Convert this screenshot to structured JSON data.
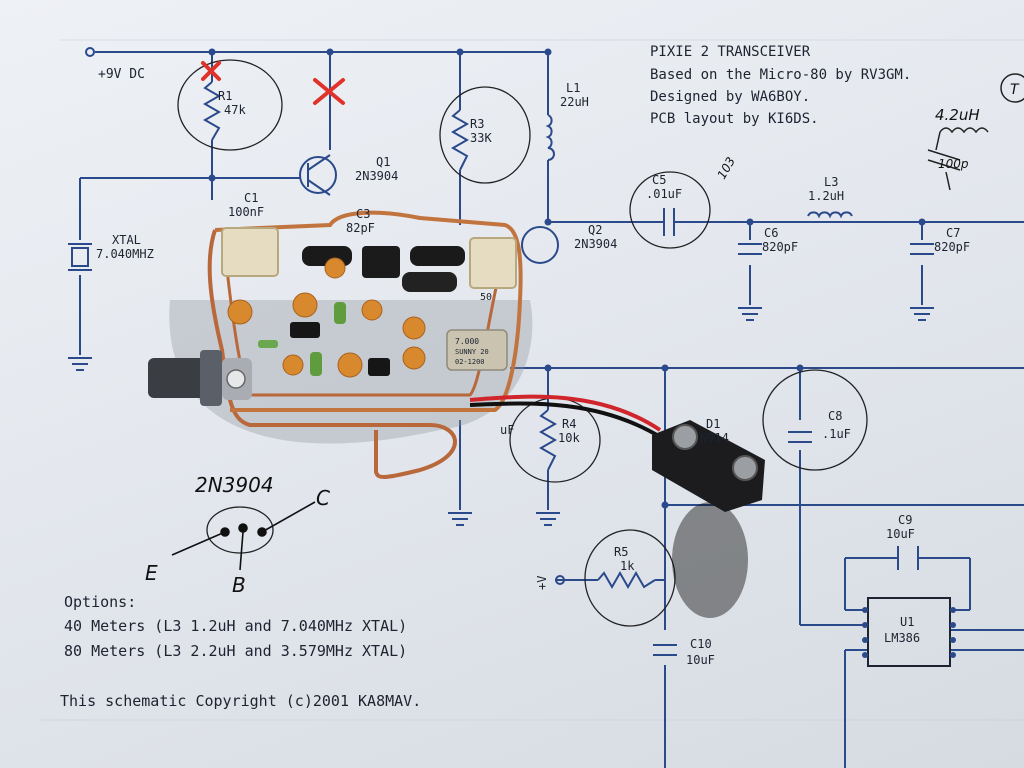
{
  "title_block": {
    "line1": "PIXIE 2 TRANSCEIVER",
    "line2": "Based on the Micro-80 by RV3GM.",
    "line3": "Designed by WA6BOY.",
    "line4": "PCB layout by KI6DS."
  },
  "supply_label": "+9V DC",
  "components": {
    "r1": {
      "ref": "R1",
      "value": "47k"
    },
    "r3": {
      "ref": "R3",
      "value": "33K"
    },
    "l1": {
      "ref": "L1",
      "value": "22uH"
    },
    "q1": {
      "ref": "Q1",
      "value": "2N3904"
    },
    "q2": {
      "ref": "Q2",
      "value": "2N3904"
    },
    "c1": {
      "ref": "C1",
      "value": "100nF"
    },
    "c3": {
      "ref": "C3",
      "value": "82pF"
    },
    "xtal": {
      "ref": "XTAL",
      "value": "7.040MHZ"
    },
    "c5": {
      "ref": "C5",
      "value": ".01uF"
    },
    "l3": {
      "ref": "L3",
      "value": "1.2uH"
    },
    "c6": {
      "ref": "C6",
      "value": "820pF"
    },
    "c7": {
      "ref": "C7",
      "value": "820pF"
    },
    "r4": {
      "ref": "R4",
      "value": "10k"
    },
    "d1": {
      "ref": "D1",
      "value": "N914"
    },
    "c8": {
      "ref": "C8",
      "value": ".1uF"
    },
    "c9": {
      "ref": "C9",
      "value": "10uF"
    },
    "r5": {
      "ref": "R5",
      "value": "1k"
    },
    "c10": {
      "ref": "C10",
      "value": "10uF"
    },
    "u1": {
      "ref": "U1",
      "value": "LM386"
    },
    "partial_cap": "uF"
  },
  "plus_v_label": "+V",
  "handwritten": {
    "transistor_title": "2N3904",
    "pin_c": "C",
    "pin_b": "B",
    "pin_e": "E",
    "inductor_note": "4.2uH",
    "cap_note": "100p",
    "c5_note": "103",
    "corner_t": "T"
  },
  "options": {
    "heading": "Options:",
    "line1": "40 Meters (L3 1.2uH and 7.040MHz XTAL)",
    "line2": "80 Meters (L3 2.2uH and 3.579MHz XTAL)"
  },
  "copyright": "This schematic Copyright (c)2001 KA8MAV.",
  "board_crystal_marking": {
    "line1": "7.000",
    "line2": "SUNNY 20",
    "line3": "02-1200"
  },
  "board_trimmer": "50",
  "colors": {
    "paper": "#e7ebf0",
    "wire": "#2b4a8c",
    "ink": "#1d2330",
    "red_mark": "#e0322a",
    "copper": "#b8683a",
    "capacitor_orange": "#d9892d"
  }
}
